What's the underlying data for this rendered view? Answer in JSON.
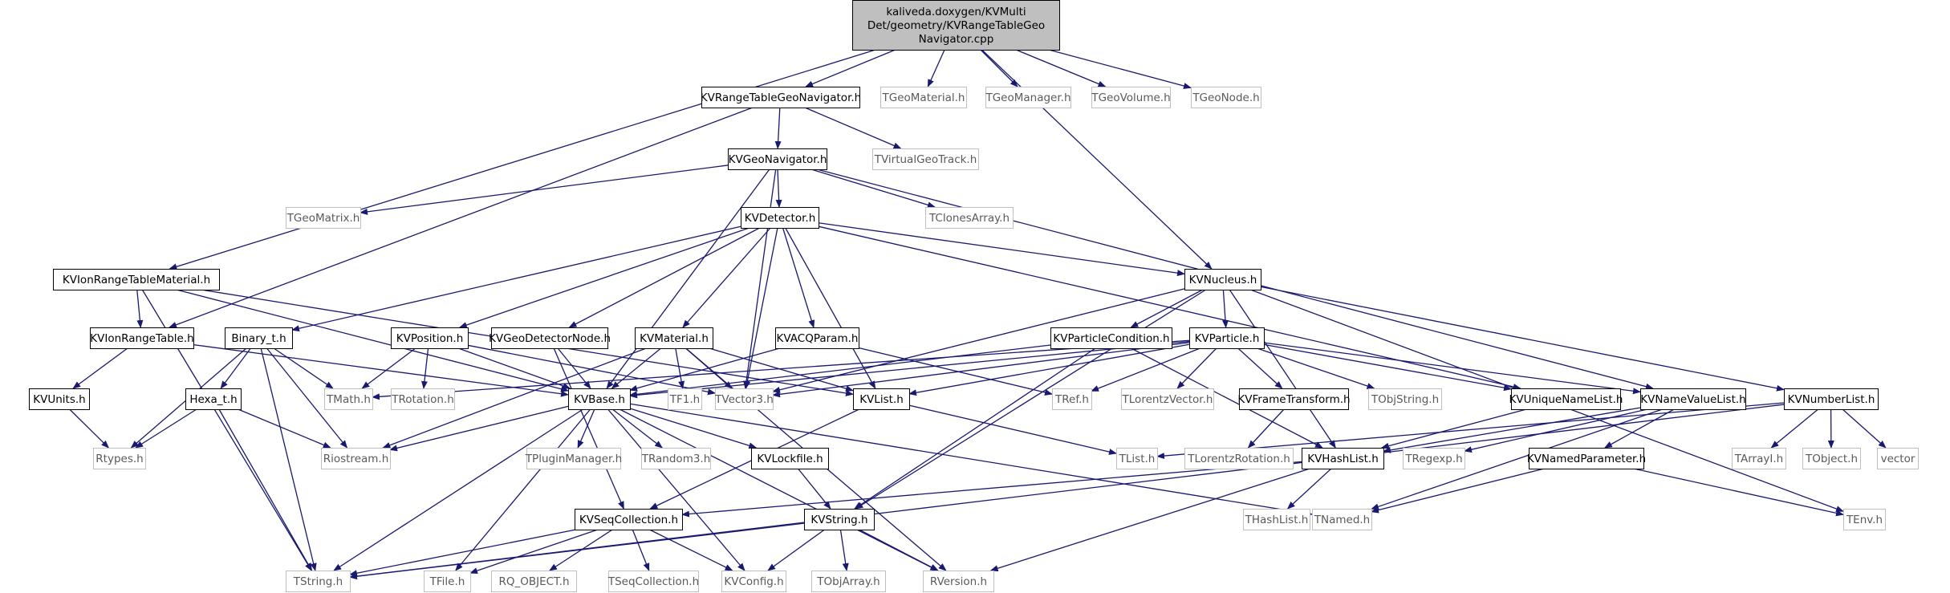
{
  "colors": {
    "edge": "#191970",
    "root_fill": "#bfbfbf",
    "internal_border": "#000000",
    "external_border": "#bfbfbf",
    "background": "#ffffff"
  },
  "nodes": [
    {
      "id": "root",
      "kind": "root",
      "lines": [
        "kaliveda.doxygen/KVMulti",
        "Det/geometry/KVRangeTableGeo",
        "Navigator.cpp"
      ]
    },
    {
      "id": "KVRangeTableGeoNavigator_h",
      "kind": "internal",
      "label": "KVRangeTableGeoNavigator.h"
    },
    {
      "id": "TGeoMaterial_h",
      "kind": "external",
      "label": "TGeoMaterial.h"
    },
    {
      "id": "TGeoManager_h",
      "kind": "external",
      "label": "TGeoManager.h"
    },
    {
      "id": "TGeoVolume_h",
      "kind": "external",
      "label": "TGeoVolume.h"
    },
    {
      "id": "TGeoNode_h",
      "kind": "external",
      "label": "TGeoNode.h"
    },
    {
      "id": "KVGeoNavigator_h",
      "kind": "internal",
      "label": "KVGeoNavigator.h"
    },
    {
      "id": "TVirtualGeoTrack_h",
      "kind": "external",
      "label": "TVirtualGeoTrack.h"
    },
    {
      "id": "TGeoMatrix_h",
      "kind": "external",
      "label": "TGeoMatrix.h"
    },
    {
      "id": "KVDetector_h",
      "kind": "internal",
      "label": "KVDetector.h"
    },
    {
      "id": "TClonesArray_h",
      "kind": "external",
      "label": "TClonesArray.h"
    },
    {
      "id": "KVIonRangeTableMaterial_h",
      "kind": "internal",
      "label": "KVIonRangeTableMaterial.h"
    },
    {
      "id": "KVNucleus_h",
      "kind": "internal",
      "label": "KVNucleus.h"
    },
    {
      "id": "KVIonRangeTable_h",
      "kind": "internal",
      "label": "KVIonRangeTable.h"
    },
    {
      "id": "Binary_t_h",
      "kind": "internal",
      "label": "Binary_t.h"
    },
    {
      "id": "KVPosition_h",
      "kind": "internal",
      "label": "KVPosition.h"
    },
    {
      "id": "KVGeoDetectorNode_h",
      "kind": "internal",
      "label": "KVGeoDetectorNode.h"
    },
    {
      "id": "KVMaterial_h",
      "kind": "internal",
      "label": "KVMaterial.h"
    },
    {
      "id": "KVACQParam_h",
      "kind": "internal",
      "label": "KVACQParam.h"
    },
    {
      "id": "KVParticleCondition_h",
      "kind": "internal",
      "label": "KVParticleCondition.h"
    },
    {
      "id": "KVParticle_h",
      "kind": "internal",
      "label": "KVParticle.h"
    },
    {
      "id": "KVUnits_h",
      "kind": "internal",
      "label": "KVUnits.h"
    },
    {
      "id": "Hexa_t_h",
      "kind": "internal",
      "label": "Hexa_t.h"
    },
    {
      "id": "TMath_h",
      "kind": "external",
      "label": "TMath.h"
    },
    {
      "id": "TRotation_h",
      "kind": "external",
      "label": "TRotation.h"
    },
    {
      "id": "KVBase_h",
      "kind": "internal",
      "label": "KVBase.h"
    },
    {
      "id": "TF1_h",
      "kind": "external",
      "label": "TF1.h"
    },
    {
      "id": "TVector3_h",
      "kind": "external",
      "label": "TVector3.h"
    },
    {
      "id": "KVList_h",
      "kind": "internal",
      "label": "KVList.h"
    },
    {
      "id": "TRef_h",
      "kind": "external",
      "label": "TRef.h"
    },
    {
      "id": "TLorentzVector_h",
      "kind": "external",
      "label": "TLorentzVector.h"
    },
    {
      "id": "KVFrameTransform_h",
      "kind": "internal",
      "label": "KVFrameTransform.h"
    },
    {
      "id": "TObjString_h",
      "kind": "external",
      "label": "TObjString.h"
    },
    {
      "id": "KVUniqueNameList_h",
      "kind": "internal",
      "label": "KVUniqueNameList.h"
    },
    {
      "id": "KVNameValueList_h",
      "kind": "internal",
      "label": "KVNameValueList.h"
    },
    {
      "id": "KVNumberList_h",
      "kind": "internal",
      "label": "KVNumberList.h"
    },
    {
      "id": "Rtypes_h",
      "kind": "external",
      "label": "Rtypes.h"
    },
    {
      "id": "Riostream_h",
      "kind": "external",
      "label": "Riostream.h"
    },
    {
      "id": "TPluginManager_h",
      "kind": "external",
      "label": "TPluginManager.h"
    },
    {
      "id": "TRandom3_h",
      "kind": "external",
      "label": "TRandom3.h"
    },
    {
      "id": "KVLockfile_h",
      "kind": "internal",
      "label": "KVLockfile.h"
    },
    {
      "id": "TList_h",
      "kind": "external",
      "label": "TList.h"
    },
    {
      "id": "TLorentzRotation_h",
      "kind": "external",
      "label": "TLorentzRotation.h"
    },
    {
      "id": "KVHashList_h",
      "kind": "internal",
      "label": "KVHashList.h"
    },
    {
      "id": "TRegexp_h",
      "kind": "external",
      "label": "TRegexp.h"
    },
    {
      "id": "KVNamedParameter_h",
      "kind": "internal",
      "label": "KVNamedParameter.h"
    },
    {
      "id": "TArrayI_h",
      "kind": "external",
      "label": "TArrayI.h"
    },
    {
      "id": "TObject_h",
      "kind": "external",
      "label": "TObject.h"
    },
    {
      "id": "vector",
      "kind": "external",
      "label": "vector"
    },
    {
      "id": "KVSeqCollection_h",
      "kind": "internal",
      "label": "KVSeqCollection.h"
    },
    {
      "id": "KVString_h",
      "kind": "internal",
      "label": "KVString.h"
    },
    {
      "id": "THashList_h",
      "kind": "external",
      "label": "THashList.h"
    },
    {
      "id": "TNamed_h",
      "kind": "external",
      "label": "TNamed.h"
    },
    {
      "id": "TEnv_h",
      "kind": "external",
      "label": "TEnv.h"
    },
    {
      "id": "TString_h",
      "kind": "external",
      "label": "TString.h"
    },
    {
      "id": "TFile_h",
      "kind": "external",
      "label": "TFile.h"
    },
    {
      "id": "RQ_OBJECT_h",
      "kind": "external",
      "label": "RQ_OBJECT.h"
    },
    {
      "id": "TSeqCollection_h",
      "kind": "external",
      "label": "TSeqCollection.h"
    },
    {
      "id": "KVConfig_h",
      "kind": "external",
      "label": "KVConfig.h"
    },
    {
      "id": "TObjArray_h",
      "kind": "external",
      "label": "TObjArray.h"
    },
    {
      "id": "RVersion_h",
      "kind": "external",
      "label": "RVersion.h"
    }
  ],
  "edges": [
    [
      "root",
      "KVRangeTableGeoNavigator_h"
    ],
    [
      "root",
      "TGeoMaterial_h"
    ],
    [
      "root",
      "TGeoManager_h"
    ],
    [
      "root",
      "TGeoVolume_h"
    ],
    [
      "root",
      "TGeoNode_h"
    ],
    [
      "root",
      "KVIonRangeTableMaterial_h"
    ],
    [
      "root",
      "KVNucleus_h"
    ],
    [
      "KVRangeTableGeoNavigator_h",
      "KVGeoNavigator_h"
    ],
    [
      "KVRangeTableGeoNavigator_h",
      "TVirtualGeoTrack_h"
    ],
    [
      "KVRangeTableGeoNavigator_h",
      "KVIonRangeTable_h"
    ],
    [
      "KVGeoNavigator_h",
      "TGeoMatrix_h"
    ],
    [
      "KVGeoNavigator_h",
      "KVDetector_h"
    ],
    [
      "KVGeoNavigator_h",
      "TClonesArray_h"
    ],
    [
      "KVGeoNavigator_h",
      "KVBase_h"
    ],
    [
      "KVGeoNavigator_h",
      "TVector3_h"
    ],
    [
      "KVGeoNavigator_h",
      "KVNameValueList_h"
    ],
    [
      "KVDetector_h",
      "KVNucleus_h"
    ],
    [
      "KVDetector_h",
      "Binary_t_h"
    ],
    [
      "KVDetector_h",
      "KVPosition_h"
    ],
    [
      "KVDetector_h",
      "KVGeoDetectorNode_h"
    ],
    [
      "KVDetector_h",
      "KVMaterial_h"
    ],
    [
      "KVDetector_h",
      "KVACQParam_h"
    ],
    [
      "KVDetector_h",
      "KVList_h"
    ],
    [
      "KVDetector_h",
      "KVUniqueNameList_h"
    ],
    [
      "KVDetector_h",
      "TVector3_h"
    ],
    [
      "KVIonRangeTableMaterial_h",
      "KVIonRangeTable_h"
    ],
    [
      "KVIonRangeTableMaterial_h",
      "KVBase_h"
    ],
    [
      "KVIonRangeTableMaterial_h",
      "KVList_h"
    ],
    [
      "KVIonRangeTableMaterial_h",
      "TString_h"
    ],
    [
      "KVIonRangeTable_h",
      "KVUnits_h"
    ],
    [
      "KVIonRangeTable_h",
      "KVBase_h"
    ],
    [
      "KVUnits_h",
      "Rtypes_h"
    ],
    [
      "Binary_t_h",
      "Hexa_t_h"
    ],
    [
      "Binary_t_h",
      "TMath_h"
    ],
    [
      "Binary_t_h",
      "Rtypes_h"
    ],
    [
      "Binary_t_h",
      "Riostream_h"
    ],
    [
      "Binary_t_h",
      "TString_h"
    ],
    [
      "Hexa_t_h",
      "Rtypes_h"
    ],
    [
      "Hexa_t_h",
      "Riostream_h"
    ],
    [
      "Hexa_t_h",
      "TString_h"
    ],
    [
      "KVPosition_h",
      "TMath_h"
    ],
    [
      "KVPosition_h",
      "TRotation_h"
    ],
    [
      "KVPosition_h",
      "KVBase_h"
    ],
    [
      "KVPosition_h",
      "TVector3_h"
    ],
    [
      "KVGeoDetectorNode_h",
      "KVBase_h"
    ],
    [
      "KVGeoDetectorNode_h",
      "KVSeqCollection_h"
    ],
    [
      "KVMaterial_h",
      "KVBase_h"
    ],
    [
      "KVMaterial_h",
      "TF1_h"
    ],
    [
      "KVMaterial_h",
      "TVector3_h"
    ],
    [
      "KVMaterial_h",
      "Riostream_h"
    ],
    [
      "KVMaterial_h",
      "KVList_h"
    ],
    [
      "KVMaterial_h",
      "RVersion_h"
    ],
    [
      "KVACQParam_h",
      "KVBase_h"
    ],
    [
      "KVACQParam_h",
      "TRef_h"
    ],
    [
      "KVNucleus_h",
      "KVParticle_h"
    ],
    [
      "KVNucleus_h",
      "KVParticleCondition_h"
    ],
    [
      "KVNucleus_h",
      "KVNumberList_h"
    ],
    [
      "KVNucleus_h",
      "TVector3_h"
    ],
    [
      "KVNucleus_h",
      "KVString_h"
    ],
    [
      "KVNucleus_h",
      "TEnv_h"
    ],
    [
      "KVNucleus_h",
      "KVHashList_h"
    ],
    [
      "KVParticleCondition_h",
      "KVBase_h"
    ],
    [
      "KVParticleCondition_h",
      "KVString_h"
    ],
    [
      "KVParticleCondition_h",
      "KVHashList_h"
    ],
    [
      "KVParticle_h",
      "TVector3_h"
    ],
    [
      "KVParticle_h",
      "TLorentzVector_h"
    ],
    [
      "KVParticle_h",
      "KVFrameTransform_h"
    ],
    [
      "KVParticle_h",
      "TObjString_h"
    ],
    [
      "KVParticle_h",
      "KVUniqueNameList_h"
    ],
    [
      "KVParticle_h",
      "KVNameValueList_h"
    ],
    [
      "KVParticle_h",
      "TRef_h"
    ],
    [
      "KVParticle_h",
      "KVList_h"
    ],
    [
      "KVParticle_h",
      "TMath_h"
    ],
    [
      "KVParticle_h",
      "KVBase_h"
    ],
    [
      "KVFrameTransform_h",
      "TLorentzRotation_h"
    ],
    [
      "KVUniqueNameList_h",
      "KVHashList_h"
    ],
    [
      "KVNameValueList_h",
      "KVHashList_h"
    ],
    [
      "KVNameValueList_h",
      "TRegexp_h"
    ],
    [
      "KVNameValueList_h",
      "KVNamedParameter_h"
    ],
    [
      "KVNameValueList_h",
      "TNamed_h"
    ],
    [
      "KVNumberList_h",
      "TArrayI_h"
    ],
    [
      "KVNumberList_h",
      "TObject_h"
    ],
    [
      "KVNumberList_h",
      "vector"
    ],
    [
      "KVNumberList_h",
      "TList_h"
    ],
    [
      "KVNumberList_h",
      "TString_h"
    ],
    [
      "KVNamedParameter_h",
      "TNamed_h"
    ],
    [
      "KVNamedParameter_h",
      "TEnv_h"
    ],
    [
      "KVHashList_h",
      "THashList_h"
    ],
    [
      "KVHashList_h",
      "KVSeqCollection_h"
    ],
    [
      "KVHashList_h",
      "RVersion_h"
    ],
    [
      "KVList_h",
      "TList_h"
    ],
    [
      "KVList_h",
      "KVSeqCollection_h"
    ],
    [
      "KVBase_h",
      "Riostream_h"
    ],
    [
      "KVBase_h",
      "TPluginManager_h"
    ],
    [
      "KVBase_h",
      "TRandom3_h"
    ],
    [
      "KVBase_h",
      "KVLockfile_h"
    ],
    [
      "KVBase_h",
      "TNamed_h"
    ],
    [
      "KVBase_h",
      "TString_h"
    ],
    [
      "KVBase_h",
      "TFile_h"
    ],
    [
      "KVBase_h",
      "KVConfig_h"
    ],
    [
      "KVBase_h",
      "RVersion_h"
    ],
    [
      "KVLockfile_h",
      "KVString_h"
    ],
    [
      "KVSeqCollection_h",
      "TFile_h"
    ],
    [
      "KVSeqCollection_h",
      "RQ_OBJECT_h"
    ],
    [
      "KVSeqCollection_h",
      "TSeqCollection_h"
    ],
    [
      "KVSeqCollection_h",
      "KVConfig_h"
    ],
    [
      "KVSeqCollection_h",
      "TString_h"
    ],
    [
      "KVString_h",
      "TObjArray_h"
    ],
    [
      "KVString_h",
      "KVConfig_h"
    ],
    [
      "KVString_h",
      "RVersion_h"
    ],
    [
      "KVString_h",
      "TString_h"
    ]
  ]
}
